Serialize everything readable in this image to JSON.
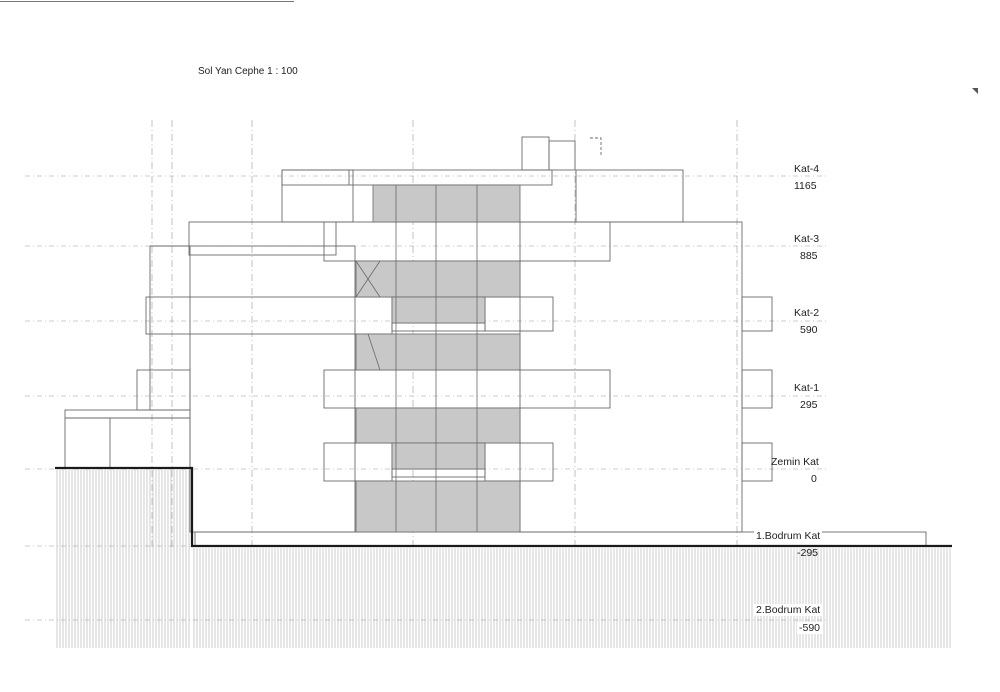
{
  "title": "Sol Yan Cephe  1 : 100",
  "levels": [
    {
      "name": "Kat-4",
      "elevation": "1165"
    },
    {
      "name": "Kat-3",
      "elevation": "885"
    },
    {
      "name": "Kat-2",
      "elevation": "590"
    },
    {
      "name": "Kat-1",
      "elevation": "295"
    },
    {
      "name": "Zemin Kat",
      "elevation": "0"
    },
    {
      "name": "1.Bodrum Kat",
      "elevation": "-295"
    },
    {
      "name": "2.Bodrum Kat",
      "elevation": "-590"
    }
  ],
  "colors": {
    "line": "#6a6a6a",
    "glazing": "#c8c8c8",
    "ground": "#1a1a1a",
    "hatch": "#9a9a9a",
    "dashed": "#9a9a9a"
  }
}
